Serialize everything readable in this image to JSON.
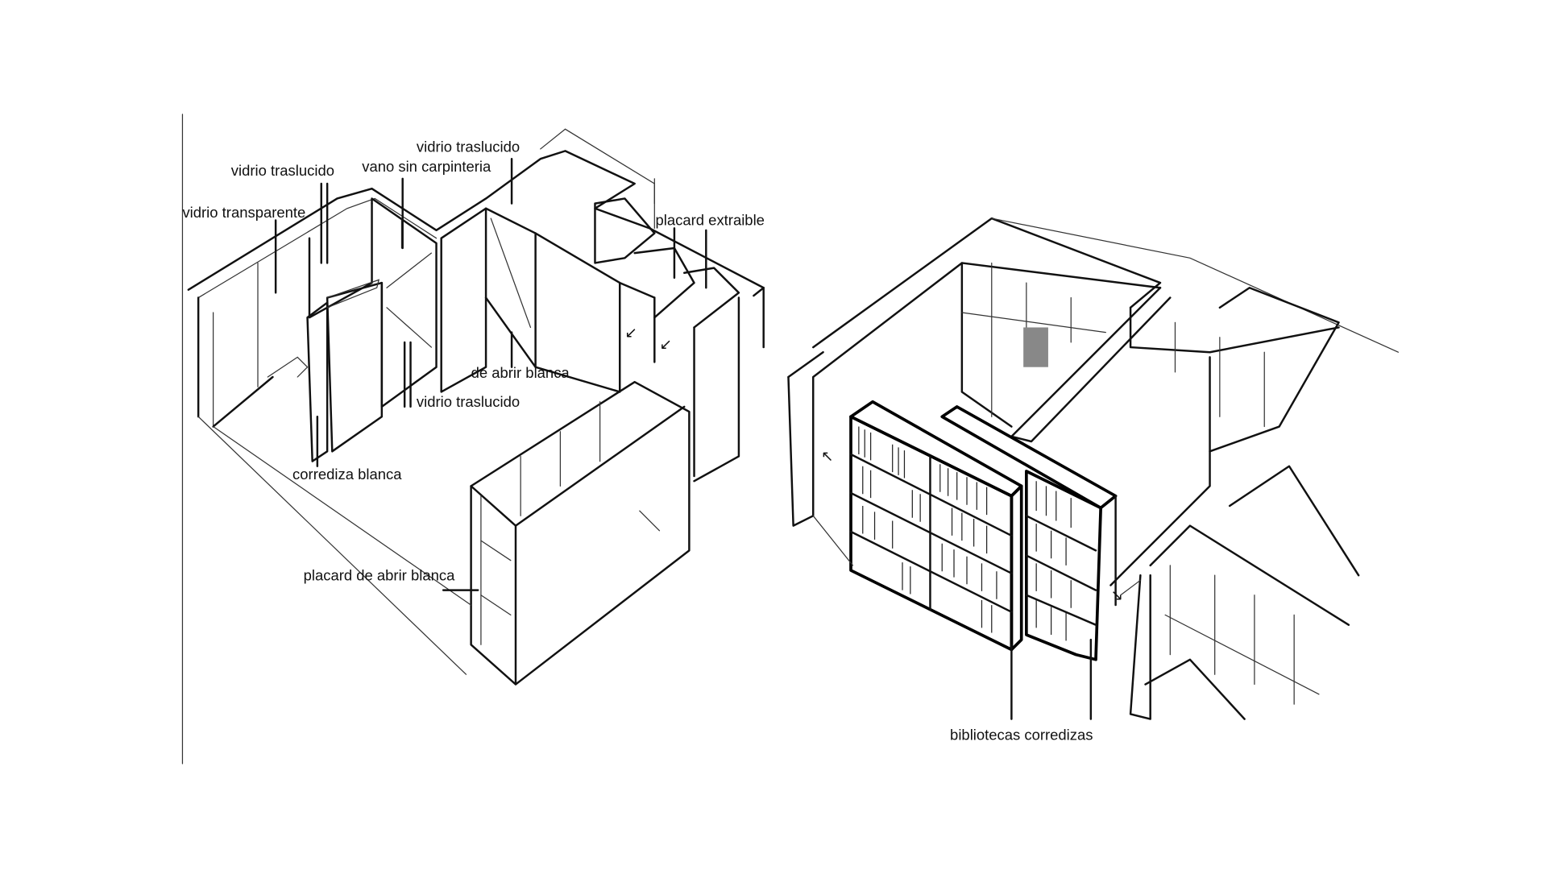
{
  "diagram": {
    "type": "architectural isometric sketch",
    "labels": {
      "vidrio_traslucido_top": "vidrio traslucido",
      "vidrio_traslucido_left": "vidrio traslucido",
      "vano_sin_carpinteria": "vano sin carpinteria",
      "vidrio_transparente": "vidrio transparente",
      "placard_extraible": "placard extraible",
      "de_abrir_blanca": "de abrir blanca",
      "vidrio_traslucido_bottom": "vidrio traslucido",
      "corrediza_blanca": "corrediza blanca",
      "placard_de_abrir_blanca": "placard de abrir blanca",
      "bibliotecas_corredizas": "bibliotecas corredizas"
    }
  }
}
